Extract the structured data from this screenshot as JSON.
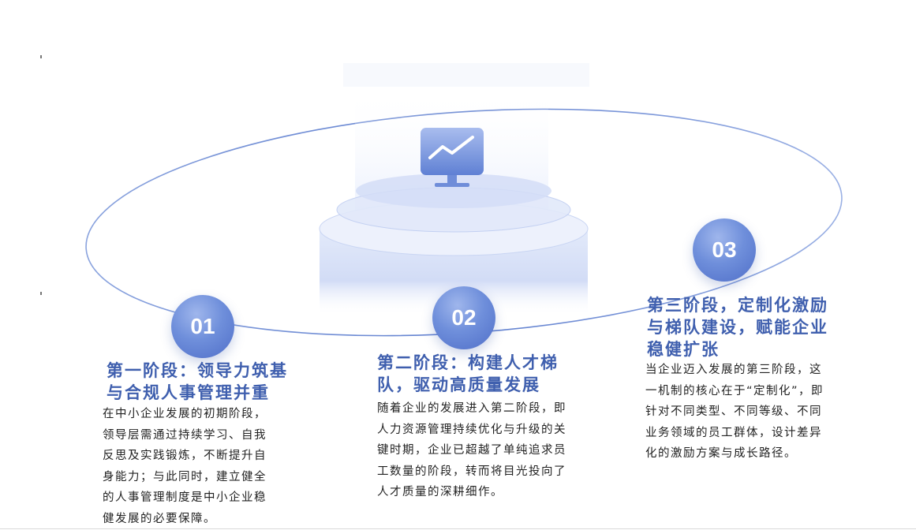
{
  "stages": [
    {
      "number": "01",
      "title_lines": [
        "第一阶段：领导力筑基",
        "与合规人事管理并重"
      ],
      "body_lines": [
        "在中小企业发展的初期阶段，",
        "领导层需通过持续学习、自我",
        "反思及实践锻炼，不断提升自",
        "身能力；与此同时，建立健全",
        "的人事管理制度是中小企业稳",
        "健发展的必要保障。"
      ]
    },
    {
      "number": "02",
      "title_lines": [
        "第二阶段：构建人才梯",
        "队，驱动高质量发展"
      ],
      "body_lines": [
        "随着企业的发展进入第二阶段，即",
        "人力资源管理持续优化与升级的关",
        "键时期，企业已超越了单纯追求员",
        "工数量的阶段，转而将目光投向了",
        "人才质量的深耕细作。"
      ]
    },
    {
      "number": "03",
      "title_lines": [
        "第三阶段，定制化激励",
        "与梯队建设，赋能企业",
        "稳健扩张"
      ],
      "body_lines": [
        "当企业迈入发展的第三阶段，这",
        "一机制的核心在于“定制化”，即",
        "针对不同类型、不同等级、不同",
        "业务领域的员工群体，设计差异",
        "化的激励方案与成长路径。"
      ]
    }
  ],
  "colors": {
    "accent": "#4f6ec8",
    "title": "#3f5fae",
    "orbit": "#7f9ad8"
  },
  "icons": {
    "center": "monitor-trend-chart-icon"
  }
}
